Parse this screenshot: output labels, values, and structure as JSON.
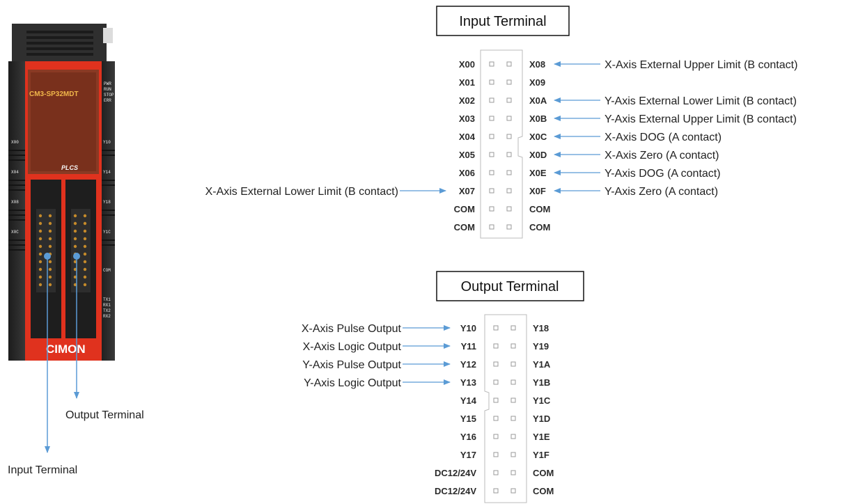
{
  "device": {
    "model": "CM3-SP32MDT",
    "series": "PLCS",
    "brand": "CIMON",
    "status_leds": [
      "PWR",
      "RUN",
      "STOP",
      "ERR"
    ],
    "left_labels": [
      "X00",
      "X04",
      "X08",
      "X0C"
    ],
    "right_labels": [
      "Y10",
      "Y14",
      "Y18",
      "Y1C",
      "COM"
    ],
    "comm_labels": [
      "TX1",
      "RX1",
      "TX2",
      "RX2"
    ],
    "output_callout": "Output Terminal",
    "input_callout": "Input Terminal"
  },
  "input_terminal": {
    "title": "Input Terminal",
    "left_pins": [
      "X00",
      "X01",
      "X02",
      "X03",
      "X04",
      "X05",
      "X06",
      "X07",
      "COM",
      "COM"
    ],
    "right_pins": [
      "X08",
      "X09",
      "X0A",
      "X0B",
      "X0C",
      "X0D",
      "X0E",
      "X0F",
      "COM",
      "COM"
    ],
    "right_annotations": [
      "X-Axis External Upper Limit (B contact)",
      "",
      "Y-Axis External Lower Limit (B contact)",
      "Y-Axis External Upper Limit (B contact)",
      "X-Axis DOG (A contact)",
      "X-Axis Zero (A contact)",
      "Y-Axis DOG (A contact)",
      "Y-Axis Zero (A contact)"
    ],
    "left_annotation": "X-Axis External Lower Limit (B contact)"
  },
  "output_terminal": {
    "title": "Output Terminal",
    "left_pins": [
      "Y10",
      "Y11",
      "Y12",
      "Y13",
      "Y14",
      "Y15",
      "Y16",
      "Y17",
      "DC12/24V",
      "DC12/24V"
    ],
    "right_pins": [
      "Y18",
      "Y19",
      "Y1A",
      "Y1B",
      "Y1C",
      "Y1D",
      "Y1E",
      "Y1F",
      "COM",
      "COM"
    ],
    "left_annotations": [
      "X-Axis Pulse Output",
      "X-Axis Logic Output",
      "Y-Axis Pulse Output",
      "Y-Axis Logic Output"
    ]
  },
  "colors": {
    "arrow": "#5b9bd5",
    "plc_red": "#e0321e",
    "plc_dark": "#2b2b2b",
    "connector_outline": "#bbbbbb"
  }
}
